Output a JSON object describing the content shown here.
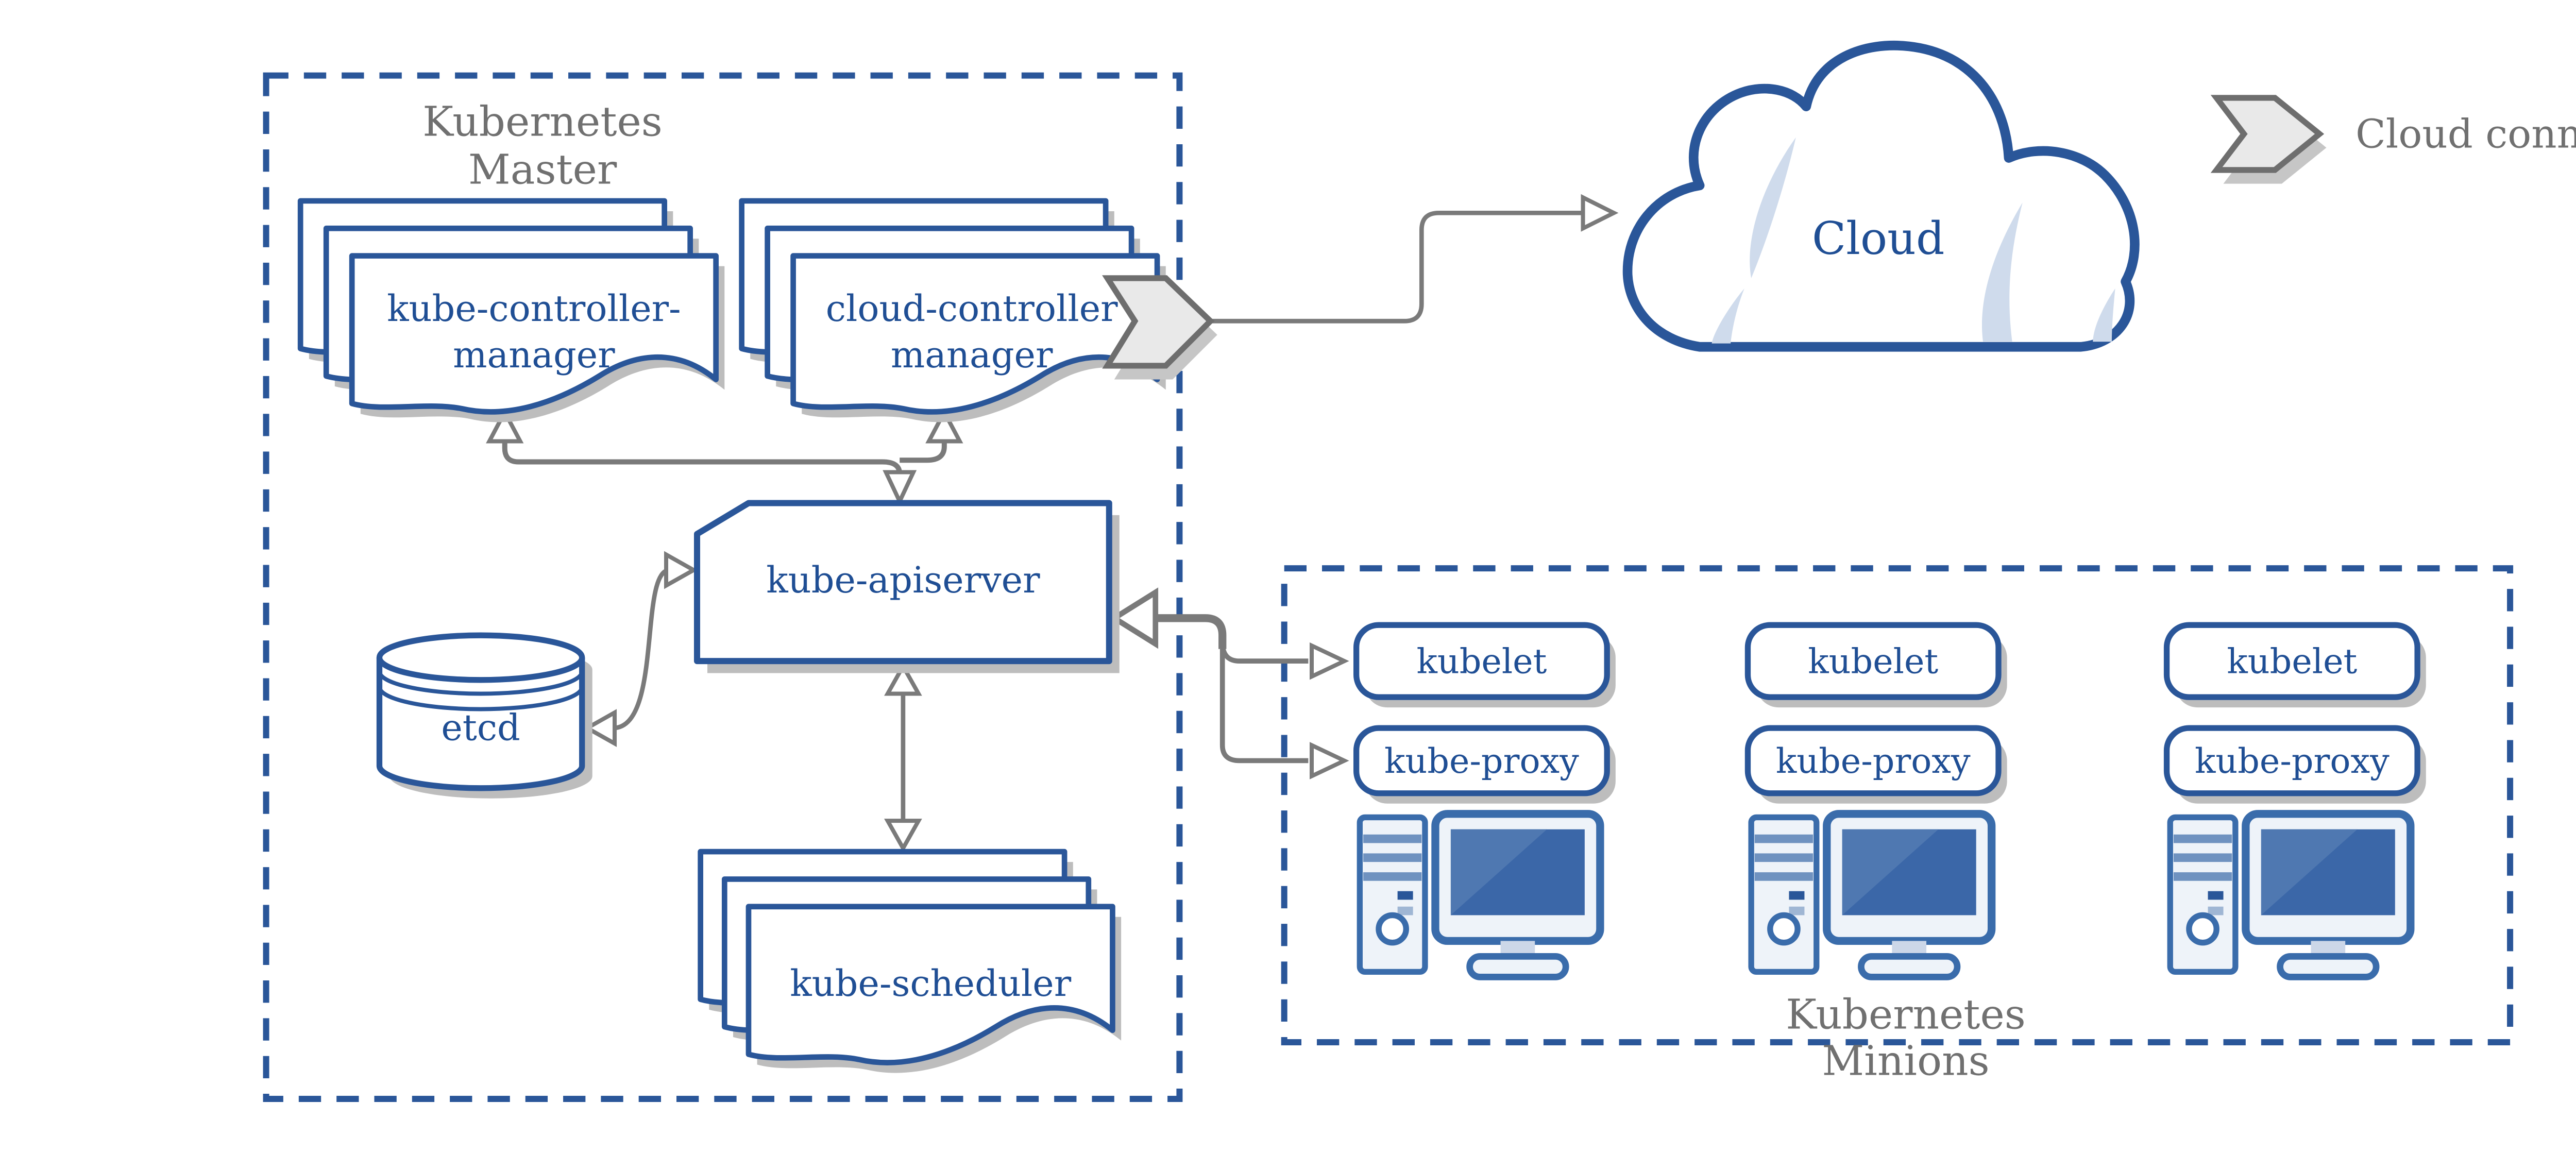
{
  "colors": {
    "navy": "#2a5699",
    "navy_text": "#1f4e94",
    "gray_line": "#7a7a7a",
    "gray_text": "#707070",
    "shadow": "#bdbdbd",
    "icon_blue": "#3a6cab",
    "screen_blue": "#3b67a8",
    "cloud_highlight": "#cfdbec",
    "legend_fill": "#e9e9e9"
  },
  "icons": {
    "cloud_connector": "chevron-arrow",
    "node_machine": "desktop-computer",
    "datastore": "cylinder-database",
    "replicated_component": "stacked-documents"
  },
  "master": {
    "title_line1": "Kubernetes",
    "title_line2": "Master",
    "components": {
      "kube_controller_manager": {
        "line1": "kube-controller-",
        "line2": "manager"
      },
      "cloud_controller_manager": {
        "line1": "cloud-controller",
        "line2": "manager"
      },
      "apiserver": {
        "label": "kube-apiserver"
      },
      "etcd": {
        "label": "etcd"
      },
      "scheduler": {
        "label": "kube-scheduler"
      }
    }
  },
  "cloud": {
    "label": "Cloud"
  },
  "legend": {
    "label": "Cloud connector"
  },
  "minions": {
    "title_line1": "Kubernetes",
    "title_line2": "Minions",
    "nodes": [
      {
        "kubelet": "kubelet",
        "kube_proxy": "kube-proxy"
      },
      {
        "kubelet": "kubelet",
        "kube_proxy": "kube-proxy"
      },
      {
        "kubelet": "kubelet",
        "kube_proxy": "kube-proxy"
      }
    ]
  }
}
